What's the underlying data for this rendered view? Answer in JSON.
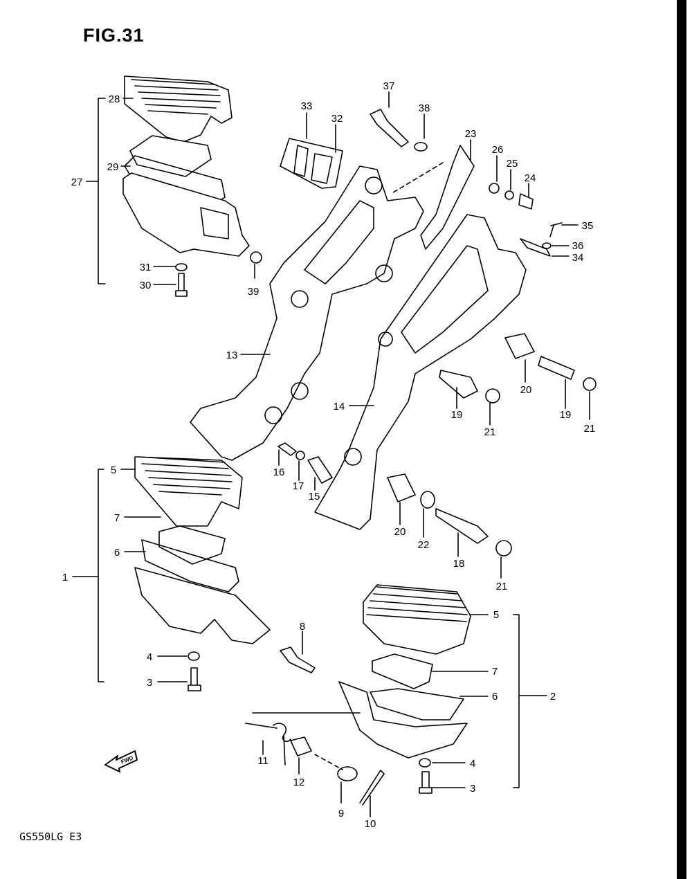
{
  "figure_title": "FIG.31",
  "model_code": "GS550LG E3",
  "fwd_label": "FWD",
  "callouts": {
    "n1": "1",
    "n2": "2",
    "n3a": "3",
    "n3b": "3",
    "n4a": "4",
    "n4b": "4",
    "n5a": "5",
    "n5b": "5",
    "n6a": "6",
    "n6b": "6",
    "n7a": "7",
    "n7b": "7",
    "n8": "8",
    "n9": "9",
    "n10": "10",
    "n11": "11",
    "n12": "12",
    "n13": "13",
    "n14": "14",
    "n15": "15",
    "n16": "16",
    "n17": "17",
    "n18": "18",
    "n19a": "19",
    "n19b": "19",
    "n20a": "20",
    "n20b": "20",
    "n21a": "21",
    "n21b": "21",
    "n21c": "21",
    "n22": "22",
    "n23": "23",
    "n24": "24",
    "n25": "25",
    "n26": "26",
    "n27": "27",
    "n28": "28",
    "n29": "29",
    "n30": "30",
    "n31": "31",
    "n32": "32",
    "n33": "33",
    "n34": "34",
    "n35": "35",
    "n36": "36",
    "n37": "37",
    "n38": "38",
    "n39": "39"
  }
}
